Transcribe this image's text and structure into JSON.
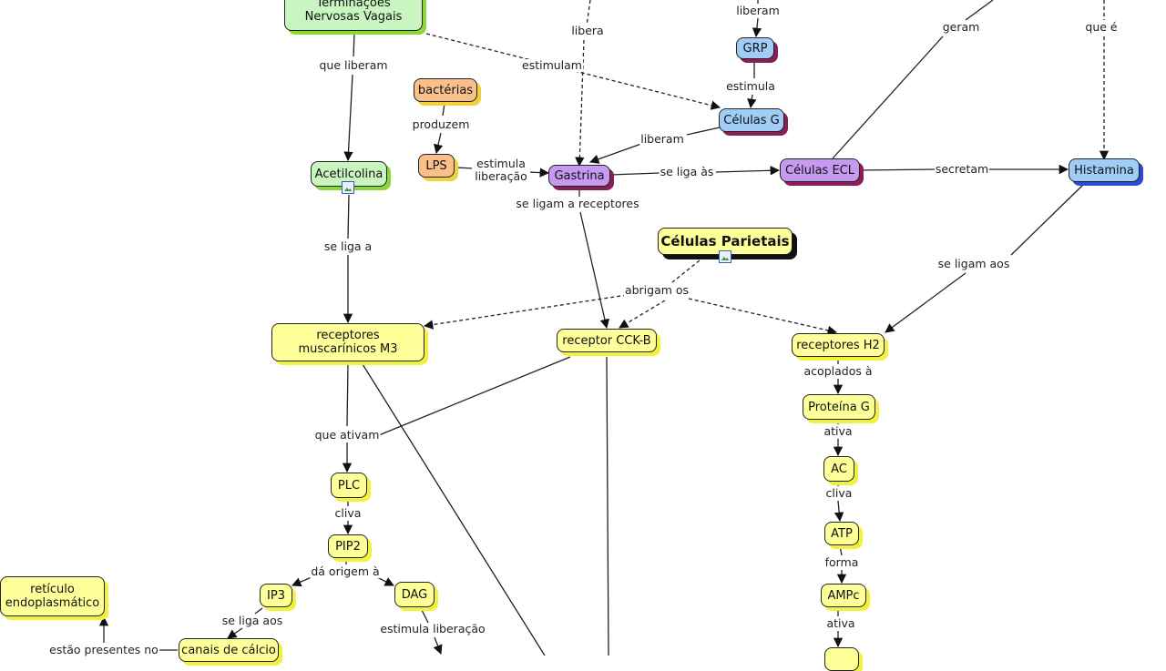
{
  "nodes": {
    "terminacoes": "Terminações Nervosas Vagais",
    "bacterias": "bactérias",
    "lps": "LPS",
    "acetilcolina": "Acetilcolina",
    "grp": "GRP",
    "celulas_g": "Células G",
    "gastrina": "Gastrina",
    "celulas_ecl": "Células ECL",
    "histamina": "Histamina",
    "celulas_parietais": "Células Parietais",
    "receptores_m3": "receptores muscarínicos M3",
    "receptor_cckb": "receptor CCK-B",
    "receptores_h2": "receptores H2",
    "proteina_g": "Proteína G",
    "ac": "AC",
    "atp": "ATP",
    "ampc": "AMPc",
    "plc": "PLC",
    "pip2": "PIP2",
    "ip3": "IP3",
    "dag": "DAG",
    "reticulo": "retículo endoplasmático",
    "canais_calcio": "canais de cálcio"
  },
  "links": {
    "libera": "libera",
    "liberam_top": "liberam",
    "geram": "geram",
    "que_e": "que é",
    "que_liberam": "que liberam",
    "estimulam": "estimulam",
    "estimula_grp": "estimula",
    "produzem": "produzem",
    "liberam_g": "liberam",
    "estimula_liberacao": "estimula liberação",
    "se_liga_as": "se liga às",
    "secretam": "secretam",
    "se_ligam_receptores": "se ligam a receptores",
    "se_liga_a": "se liga a",
    "abrigam_os": "abrigam os",
    "se_ligam_aos": "se ligam aos",
    "acoplados_a": "acoplados à",
    "ativa_1": "ativa",
    "cliva_1": "cliva",
    "forma": "forma",
    "ativa_2": "ativa",
    "que_ativam": "que ativam",
    "cliva_2": "cliva",
    "da_origem": "dá origem à",
    "se_liga_aos": "se liga aos",
    "estimula_liberacao_2": "estimula liberação",
    "estao_presentes": "estão presentes no"
  },
  "icons": [
    "image-attachment-icon"
  ]
}
